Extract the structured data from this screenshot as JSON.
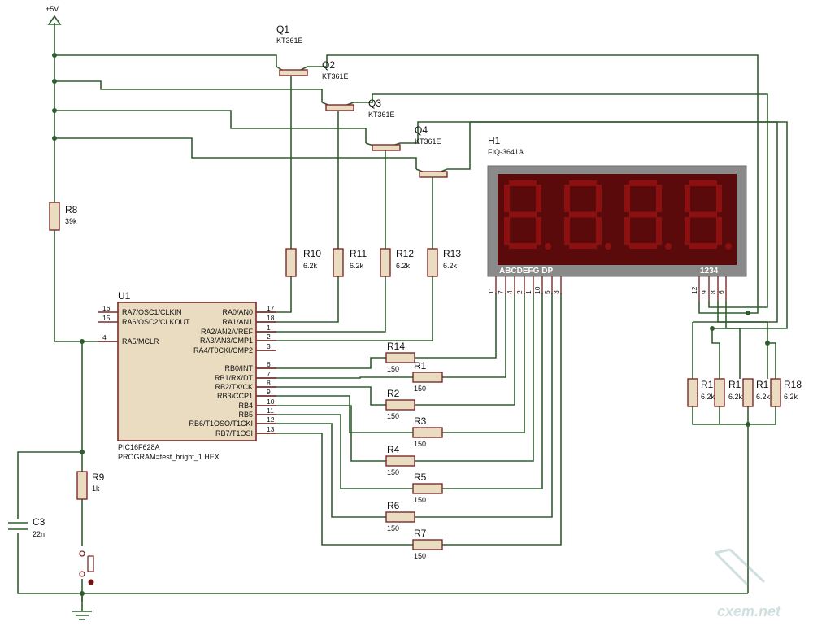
{
  "power": {
    "label": "+5V"
  },
  "transistors": [
    {
      "ref": "Q1",
      "type": "KT361E"
    },
    {
      "ref": "Q2",
      "type": "KT361E"
    },
    {
      "ref": "Q3",
      "type": "KT361E"
    },
    {
      "ref": "Q4",
      "type": "KT361E"
    }
  ],
  "mcu": {
    "ref": "U1",
    "part": "PIC16F628A",
    "program": "PROGRAM=test_bright_1.HEX",
    "left_pins": [
      {
        "num": "16",
        "name": "RA7/OSC1/CLKIN"
      },
      {
        "num": "15",
        "name": "RA6/OSC2/CLKOUT"
      },
      {
        "num": "4",
        "name": "RA5/MCLR"
      }
    ],
    "right_pins": [
      {
        "num": "17",
        "name": "RA0/AN0"
      },
      {
        "num": "18",
        "name": "RA1/AN1"
      },
      {
        "num": "1",
        "name": "RA2/AN2/VREF"
      },
      {
        "num": "2",
        "name": "RA3/AN3/CMP1"
      },
      {
        "num": "3",
        "name": "RA4/T0CKI/CMP2"
      },
      {
        "num": "6",
        "name": "RB0/INT"
      },
      {
        "num": "7",
        "name": "RB1/RX/DT"
      },
      {
        "num": "8",
        "name": "RB2/TX/CK"
      },
      {
        "num": "9",
        "name": "RB3/CCP1"
      },
      {
        "num": "10",
        "name": "RB4"
      },
      {
        "num": "11",
        "name": "RB5"
      },
      {
        "num": "12",
        "name": "RB6/T1OSO/T1CKI"
      },
      {
        "num": "13",
        "name": "RB7/T1OSI"
      }
    ]
  },
  "display": {
    "ref": "H1",
    "part": "FIQ-3641A",
    "seg_label": "ABCDEFG  DP",
    "digit_label": "1234",
    "seg_pins": [
      "11",
      "7",
      "4",
      "2",
      "1",
      "10",
      "5",
      "3"
    ],
    "digit_pins": [
      "12",
      "9",
      "8",
      "6"
    ]
  },
  "resistors": {
    "R8": {
      "ref": "R8",
      "value": "39k"
    },
    "R9": {
      "ref": "R9",
      "value": "1k"
    },
    "R10": {
      "ref": "R10",
      "value": "6.2k"
    },
    "R11": {
      "ref": "R11",
      "value": "6.2k"
    },
    "R12": {
      "ref": "R12",
      "value": "6.2k"
    },
    "R13": {
      "ref": "R13",
      "value": "6.2k"
    },
    "R14": {
      "ref": "R14",
      "value": "150"
    },
    "R1": {
      "ref": "R1",
      "value": "150"
    },
    "R2": {
      "ref": "R2",
      "value": "150"
    },
    "R3": {
      "ref": "R3",
      "value": "150"
    },
    "R4": {
      "ref": "R4",
      "value": "150"
    },
    "R5": {
      "ref": "R5",
      "value": "150"
    },
    "R6": {
      "ref": "R6",
      "value": "150"
    },
    "R7": {
      "ref": "R7",
      "value": "150"
    },
    "R15": {
      "ref": "R1",
      "value": "6.2k"
    },
    "R16": {
      "ref": "R1",
      "value": "6.2k"
    },
    "R17": {
      "ref": "R1",
      "value": "6.2k"
    },
    "R18": {
      "ref": "R18",
      "value": "6.2k"
    }
  },
  "capacitor": {
    "ref": "C3",
    "value": "22n"
  },
  "watermark": {
    "text": "cxem.net"
  }
}
